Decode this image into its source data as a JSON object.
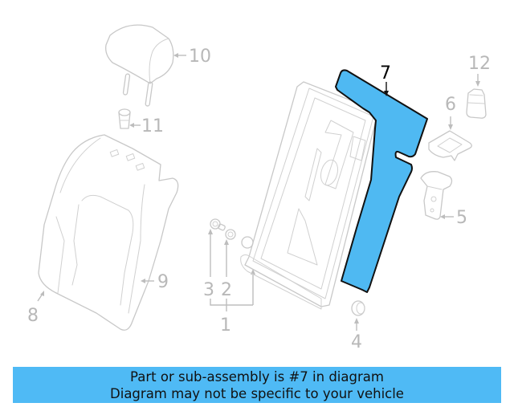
{
  "diagram": {
    "highlighted_part": "7",
    "highlight_color": "#4fb9f2",
    "callouts": [
      {
        "id": "1",
        "label": "1"
      },
      {
        "id": "2",
        "label": "2"
      },
      {
        "id": "3",
        "label": "3"
      },
      {
        "id": "4",
        "label": "4"
      },
      {
        "id": "5",
        "label": "5"
      },
      {
        "id": "6",
        "label": "6"
      },
      {
        "id": "7",
        "label": "7"
      },
      {
        "id": "8",
        "label": "8"
      },
      {
        "id": "9",
        "label": "9"
      },
      {
        "id": "10",
        "label": "10"
      },
      {
        "id": "11",
        "label": "11"
      },
      {
        "id": "12",
        "label": "12"
      }
    ]
  },
  "banner": {
    "line1": "Part or sub-assembly is #7 in diagram",
    "line2": "Diagram may not be specific to your vehicle",
    "color": "#4fbaf5"
  }
}
